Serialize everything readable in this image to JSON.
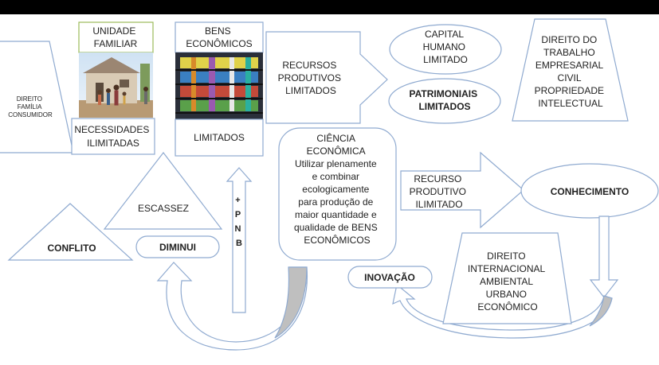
{
  "colors": {
    "stroke": "#8faad0",
    "top_bar": "#000000",
    "text": "#222222",
    "arrow_shade": "#bfbfbf",
    "box_green": "#9bbb59"
  },
  "nodes": {
    "direito_familia": [
      "DIREITO",
      "FAMÍLIA",
      "CONSUMIDOR"
    ],
    "unidade_familiar": [
      "UNIDADE",
      "FAMILIAR"
    ],
    "necessidades": [
      "NECESSIDADES",
      "ILIMITADAS"
    ],
    "bens_economicos": [
      "BENS",
      "ECONÔMICOS"
    ],
    "limitados": "LIMITADOS",
    "recursos_produtivos": [
      "RECURSOS",
      "PRODUTIVOS",
      "LIMITADOS"
    ],
    "capital_humano": [
      "CAPITAL",
      "HUMANO",
      "LIMITADO"
    ],
    "patrimoniais": [
      "PATRIMONIAIS",
      "LIMITADOS"
    ],
    "direito_trabalho": [
      "DIREITO DO",
      "TRABALHO",
      "EMPRESARIAL",
      "CIVIL",
      "PROPRIEDADE",
      "INTELECTUAL"
    ],
    "ciencia_economica": [
      "CIÊNCIA",
      "ECONÔMICA",
      "Utilizar plenamente",
      "e combinar",
      "ecologicamente",
      "para produção de",
      "maior quantidade e",
      "qualidade de BENS",
      "ECONÔMICOS"
    ],
    "escassez": "ESCASSEZ",
    "conflito": "CONFLITO",
    "diminui": "DIMINUI",
    "pnb": [
      "+",
      "P",
      "N",
      "B"
    ],
    "recurso_ilimitado": [
      "RECURSO",
      "PRODUTIVO",
      "ILIMITADO"
    ],
    "conhecimento": "CONHECIMENTO",
    "direito_internacional": [
      "DIREITO",
      "INTERNACIONAL",
      "AMBIENTAL",
      "URBANO",
      "ECONÔMICO"
    ],
    "inovacao": "INOVAÇÃO"
  }
}
